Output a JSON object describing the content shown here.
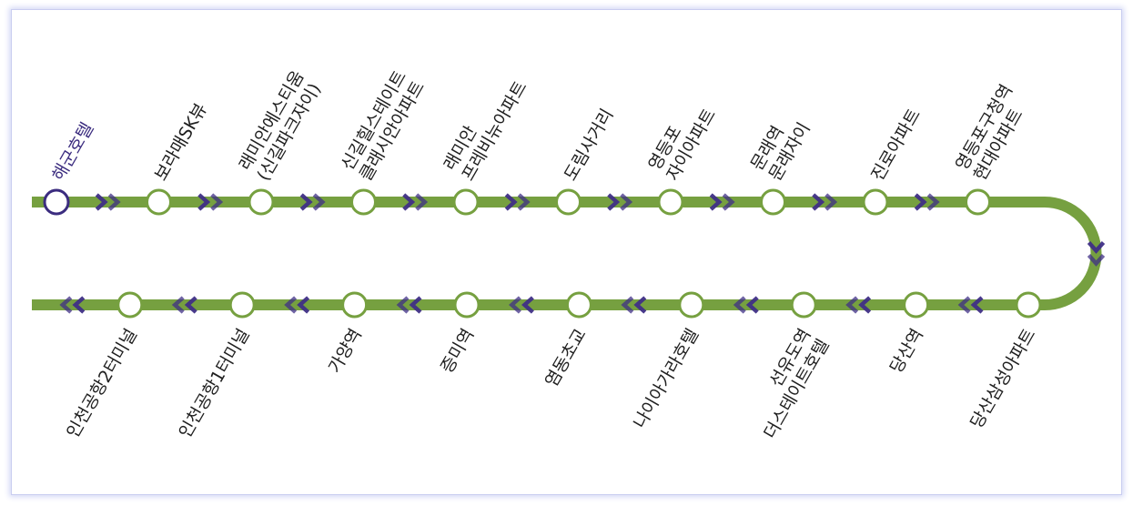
{
  "colors": {
    "line": "#76a040",
    "station_fill": "#ffffff",
    "station_stroke": "#76a040",
    "start_stroke": "#3b2c7f",
    "arrow": "#3f2f86",
    "text": "#1f1f1f",
    "start_text": "#3b2c7f"
  },
  "route": {
    "start": {
      "id": "haegun-hotel",
      "lines": [
        "해군호텔"
      ]
    },
    "top": [
      {
        "id": "borame-skview",
        "lines": [
          "보라매SK뷰"
        ]
      },
      {
        "id": "raemian-esteum",
        "lines": [
          "래미안에스티움",
          "(신길파크자이)"
        ]
      },
      {
        "id": "singil-hillstate",
        "lines": [
          "신길힐스테이트",
          "클래시안아파트"
        ]
      },
      {
        "id": "raemian-prevenue",
        "lines": [
          "래미안",
          "프레비뉴아파트"
        ]
      },
      {
        "id": "dorim-sageori",
        "lines": [
          "도림사거리"
        ]
      },
      {
        "id": "yeongdeungpo-xi",
        "lines": [
          "영등포",
          "자이아파트"
        ]
      },
      {
        "id": "mullae-station",
        "lines": [
          "문래역",
          "문래자이"
        ]
      },
      {
        "id": "jinro-apt",
        "lines": [
          "진로아파트"
        ]
      },
      {
        "id": "gucheong-hyundai",
        "lines": [
          "영등포구청역",
          "현대아파트"
        ]
      }
    ],
    "bottom": [
      {
        "id": "dangsan-samsung",
        "lines": [
          "당산삼성아파트"
        ]
      },
      {
        "id": "dangsan-station",
        "lines": [
          "당산역"
        ]
      },
      {
        "id": "seonyudo",
        "lines": [
          "선유도역",
          "더스테이트호텔"
        ]
      },
      {
        "id": "niagara-hotel",
        "lines": [
          "나이아가라호텔"
        ]
      },
      {
        "id": "yeomchang-school",
        "lines": [
          "염동초교"
        ]
      },
      {
        "id": "jeungmi-station",
        "lines": [
          "증미역"
        ]
      },
      {
        "id": "gayang-station",
        "lines": [
          "가양역"
        ]
      },
      {
        "id": "airport-t1",
        "lines": [
          "인천공항1터미널"
        ]
      },
      {
        "id": "airport-t2",
        "lines": [
          "인천공항2터미널"
        ]
      }
    ]
  }
}
